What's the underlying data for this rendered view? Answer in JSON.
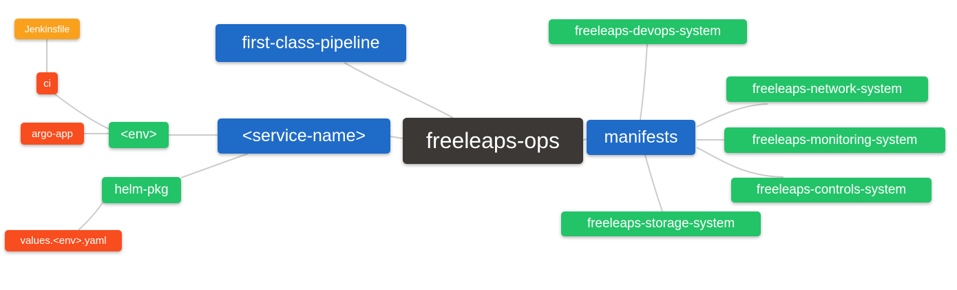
{
  "nodes": {
    "root": {
      "label": "freeleaps-ops"
    },
    "first_class_pipeline": {
      "label": "first-class-pipeline"
    },
    "service_name": {
      "label": "<service-name>"
    },
    "manifests": {
      "label": "manifests"
    },
    "env": {
      "label": "<env>"
    },
    "helm_pkg": {
      "label": "helm-pkg"
    },
    "ci": {
      "label": "ci"
    },
    "argo_app": {
      "label": "argo-app"
    },
    "jenkinsfile": {
      "label": "Jenkinsfile"
    },
    "values_env_yaml": {
      "label": "values.<env>.yaml"
    },
    "devops_system": {
      "label": "freeleaps-devops-system"
    },
    "network_system": {
      "label": "freeleaps-network-system"
    },
    "monitoring_system": {
      "label": "freeleaps-monitoring-system"
    },
    "controls_system": {
      "label": "freeleaps-controls-system"
    },
    "storage_system": {
      "label": "freeleaps-storage-system"
    }
  },
  "edges": [
    [
      "jenkinsfile",
      "ci"
    ],
    [
      "ci",
      "env"
    ],
    [
      "argo_app",
      "env"
    ],
    [
      "env",
      "service_name"
    ],
    [
      "helm_pkg",
      "service_name"
    ],
    [
      "values_env_yaml",
      "helm_pkg"
    ],
    [
      "first_class_pipeline",
      "root"
    ],
    [
      "service_name",
      "root"
    ],
    [
      "root",
      "manifests"
    ],
    [
      "manifests",
      "devops_system"
    ],
    [
      "manifests",
      "network_system"
    ],
    [
      "manifests",
      "monitoring_system"
    ],
    [
      "manifests",
      "controls_system"
    ],
    [
      "manifests",
      "storage_system"
    ]
  ],
  "colors": {
    "root_bg": "#3b3836",
    "branch_blue_bg": "#1f6bc8",
    "leaf_green_bg": "#23c368",
    "leaf_red_bg": "#f84d1e",
    "leaf_amber_bg": "#f9a11d",
    "link": "#cccccc",
    "text": "#ffffff",
    "background": "#ffffff"
  }
}
